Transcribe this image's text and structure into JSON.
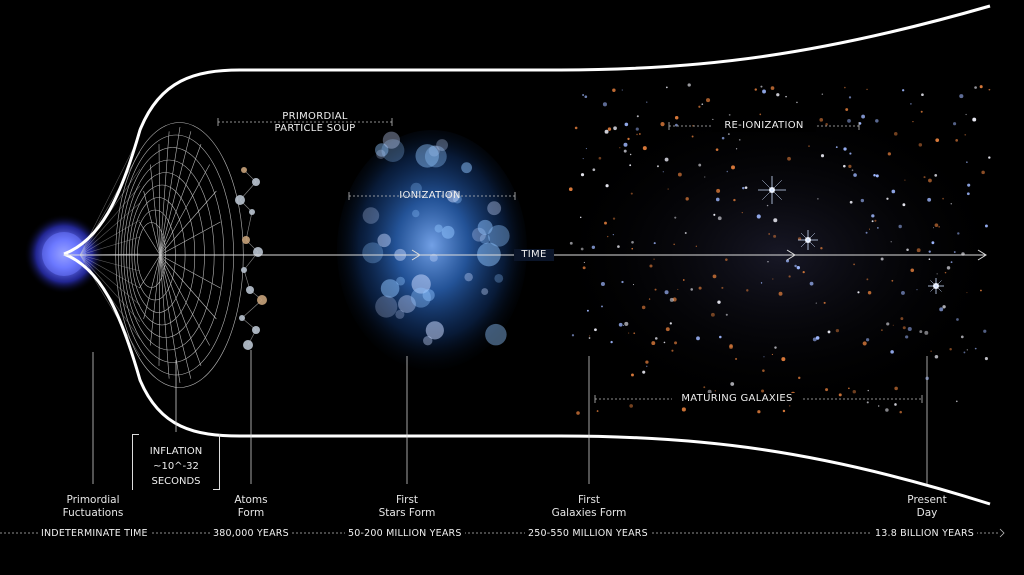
{
  "labels": {
    "time": "TIME",
    "primordial_soup": "PRIMORDIAL\nPARTICLE SOUP",
    "ionization": "IONIZATION",
    "reionization": "RE-IONIZATION",
    "maturing_galaxies": "MATURING GALAXIES",
    "inflation": "INFLATION\n~10^-32\nSECONDS"
  },
  "events": [
    {
      "label": "Primordial\nFuctuations",
      "time": "INDETERMINATE TIME"
    },
    {
      "label": "Atoms\nForm",
      "time": "380,000 YEARS"
    },
    {
      "label": "First\nStars Form",
      "time": "50-200 MILLION YEARS"
    },
    {
      "label": "First\nGalaxies Form",
      "time": "250-550 MILLION YEARS"
    },
    {
      "label": "Present\nDay",
      "time": "13.8 BILLION YEARS"
    }
  ],
  "colors": {
    "background": "#000000",
    "outline": "#ffffff",
    "cmb_glow": "#5a6dff",
    "nebula": "#3f7fd6",
    "galaxy_orange": "#d9793a"
  }
}
